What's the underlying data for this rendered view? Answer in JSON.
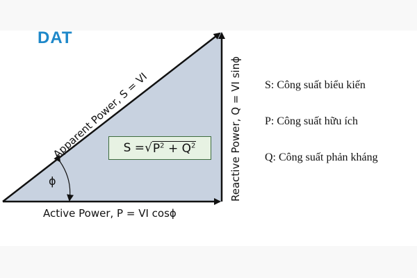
{
  "logo": {
    "text": "DAT",
    "color": "#1e88c9"
  },
  "diagram": {
    "apparent_label": "Apparent Power, S = VI",
    "reactive_label": "Reactive Power, Q = VI sinϕ",
    "active_label": "Active Power, P = VI cosϕ",
    "angle_symbol": "ϕ",
    "formula": {
      "lhs": "S = ",
      "radical": "√",
      "p": "P",
      "q": "Q",
      "plus": " + ",
      "exp": "2"
    },
    "fill_color": "#c8d2e0"
  },
  "legend": [
    {
      "text": "S: Công suất biểu kiến"
    },
    {
      "text": "P: Công suất hữu ích"
    },
    {
      "text": "Q: Công suất phản kháng"
    }
  ]
}
